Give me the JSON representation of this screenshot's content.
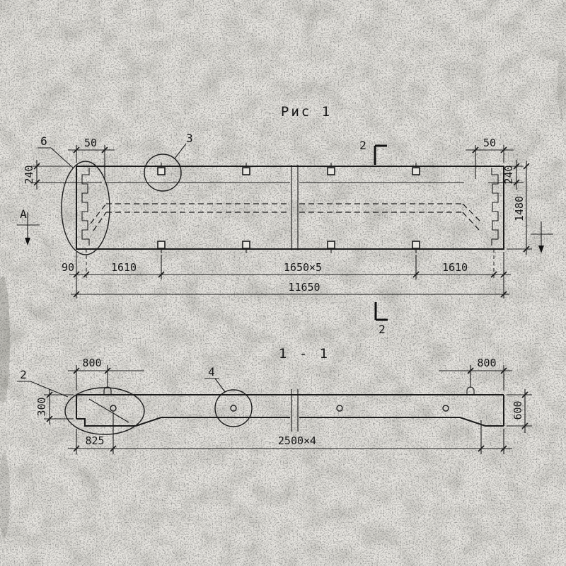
{
  "drawing": {
    "title": "Рис 1",
    "section_title": "1 - 1"
  },
  "plan": {
    "labels": {
      "detail_6": "6",
      "detail_3": "3",
      "section_2_top": "2",
      "section_2_bottom": "2",
      "section_a": "A"
    },
    "dimensions": {
      "top_left_50": "50",
      "top_right_50": "50",
      "left_height_240": "240",
      "right_height_240": "240",
      "overall_height_1480": "1480",
      "bottom_90": "90",
      "bottom_left_1610": "1610",
      "bottom_middle_1650x5": "1650×5",
      "bottom_right_1610": "1610",
      "overall_length_11650": "11650"
    }
  },
  "section": {
    "labels": {
      "detail_2": "2",
      "detail_4": "4"
    },
    "dimensions": {
      "left_800": "800",
      "right_800": "800",
      "left_height_300": "300",
      "right_height_600": "600",
      "bottom_825": "825",
      "bottom_span_2500x4": "2500×4"
    }
  }
}
